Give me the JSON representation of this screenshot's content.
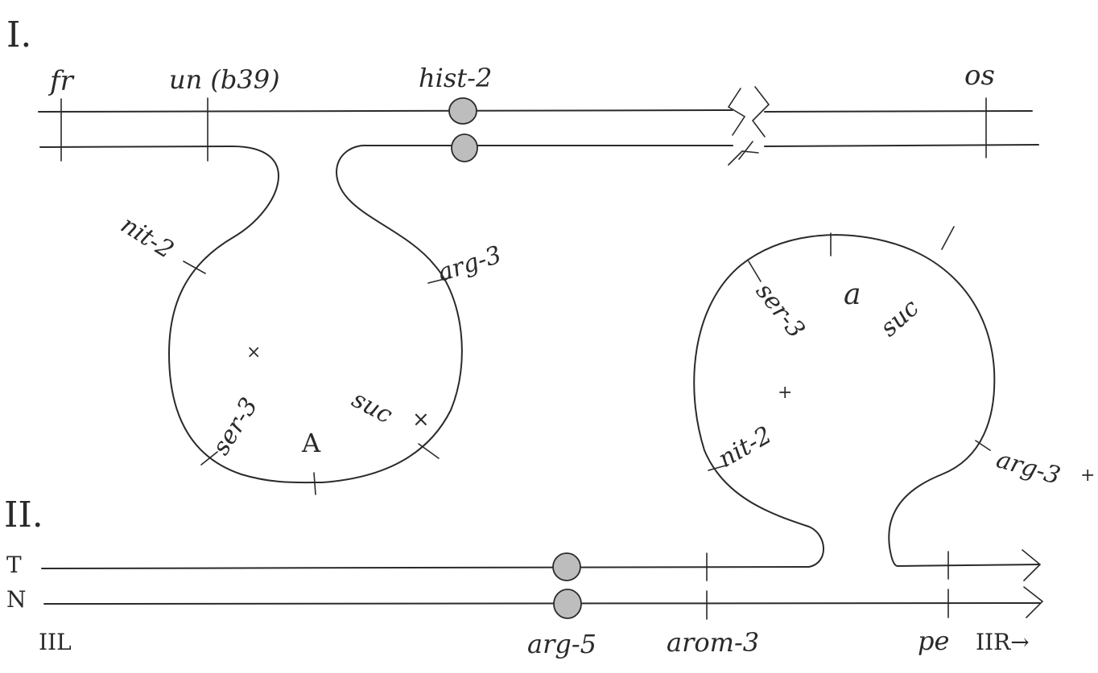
{
  "diagram": {
    "panel_1": {
      "label": "I.",
      "markers_top": [
        "fr",
        "un (b39)",
        "hist-2",
        "os"
      ],
      "loop_markers": [
        "nit-2",
        "arg-3",
        "ser-3",
        "A",
        "suc"
      ],
      "crossover_marks": [
        "×",
        "×"
      ]
    },
    "panel_2": {
      "label": "II.",
      "strand_labels": [
        "T",
        "N"
      ],
      "loop_markers": [
        "ser-3",
        "a",
        "suc",
        "nit-2",
        "arg-3"
      ],
      "superscript_plus": [
        "+",
        "+"
      ],
      "bottom_labels": [
        "IIL",
        "arg-5",
        "arom-3",
        "pe",
        "IIR→"
      ]
    }
  }
}
